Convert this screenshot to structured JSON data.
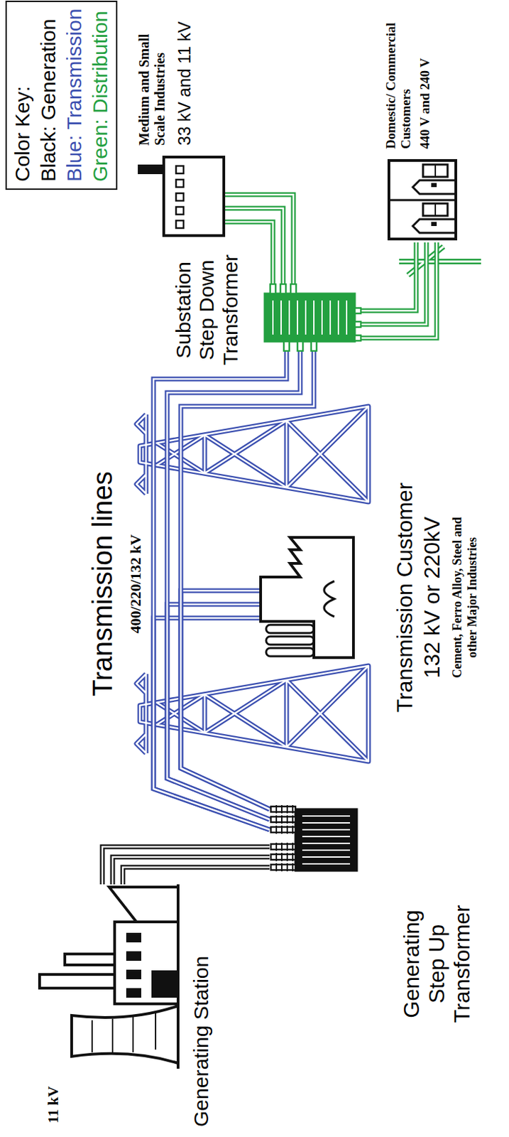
{
  "diagram": {
    "nodes": [
      {
        "text": [
          "Generating Station",
          "11 kV"
        ]
      },
      {
        "text": [
          "Generating Step Up Transformer"
        ]
      },
      {
        "text": [
          "Transmission Customer",
          "132 kV or 220kV",
          "Cement, Ferro Alloy, Steel and other Major Industries"
        ]
      },
      {
        "text": [
          "Substation Step Down Transformer"
        ]
      },
      {
        "text": [
          "Medium and Small Scale Industries",
          "33 kV and 11 kV"
        ]
      },
      {
        "text": [
          "Domestic/ Commercial Customers",
          "440 V and 240 V"
        ]
      }
    ],
    "edges": [
      {
        "from": 0,
        "to": 1,
        "arrow": "none"
      },
      {
        "from": 1,
        "to": 2,
        "arrow": "none"
      },
      {
        "from": 1,
        "to": 3,
        "arrow": "none"
      },
      {
        "from": 3,
        "to": 4,
        "arrow": "none"
      },
      {
        "from": 3,
        "to": 5,
        "arrow": "none"
      }
    ],
    "labels": [
      "Color Key:",
      "Transmission lines",
      "400/220/132 kV"
    ],
    "legend": [
      {
        "text": "Black: Generation",
        "color": "#000000"
      },
      {
        "text": "Blue: Transmission",
        "color": "#3b4fb0"
      },
      {
        "text": "Green: Distribution",
        "color": "#23a040"
      }
    ]
  }
}
